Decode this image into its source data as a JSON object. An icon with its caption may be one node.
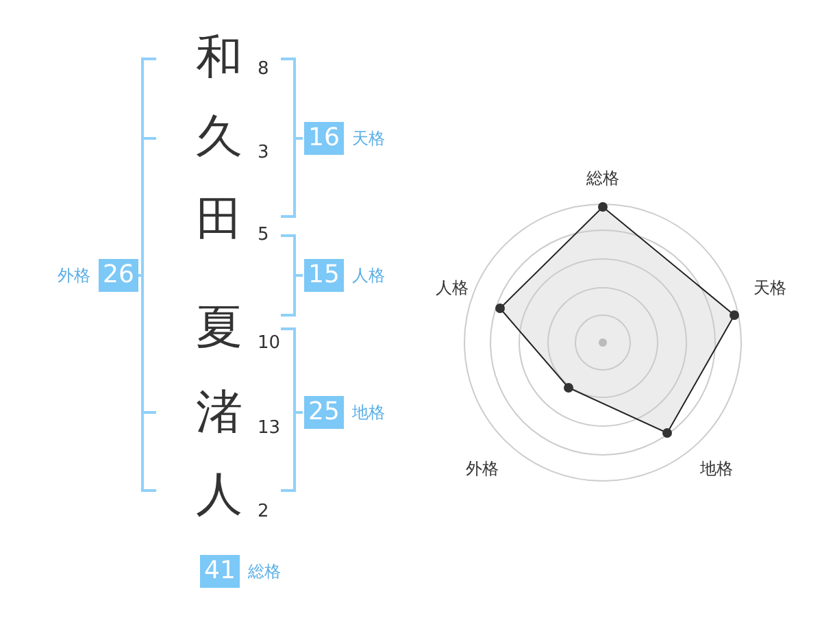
{
  "diagram": {
    "nodes": [
      {
        "text": [
          "16"
        ],
        "beside": [
          "天格"
        ]
      },
      {
        "text": [
          "15"
        ],
        "beside": [
          "人格"
        ]
      },
      {
        "text": [
          "25"
        ],
        "beside": [
          "地格"
        ]
      },
      {
        "text": [
          "26"
        ],
        "beside": [
          "外格"
        ]
      },
      {
        "text": [
          "41"
        ],
        "beside": [
          "総格"
        ]
      }
    ],
    "edges": [],
    "labels": [
      "和",
      "8",
      "久",
      "3",
      "田",
      "5",
      "夏",
      "10",
      "渚",
      "13",
      "人",
      "2",
      "総格",
      "人格",
      "天格",
      "外格",
      "地格"
    ]
  }
}
